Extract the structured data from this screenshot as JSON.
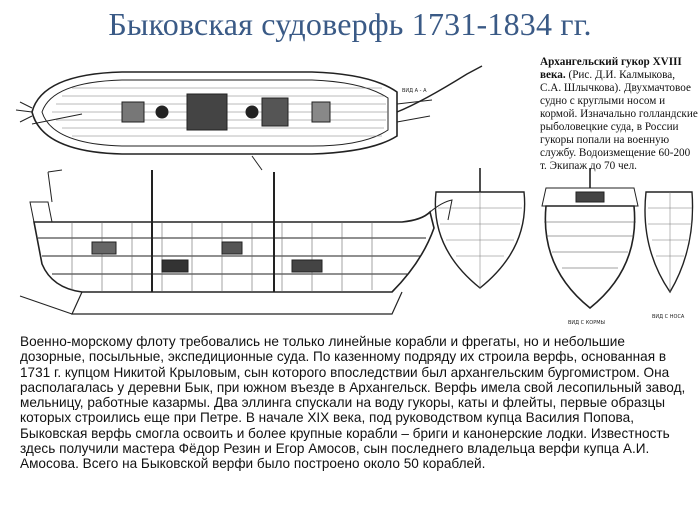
{
  "slide": {
    "title": "Быковская судоверфь 1731-1834 гг.",
    "caption": {
      "bold": "Архангельский гукор XVIII века.",
      "rest": " (Рис. Д.И. Калмыкова, С.А. Шлычкова). Двухмачтовое судно с круглыми носом и кормой. Изначально голландские рыболовецкие суда, в России гукоры попали на военную службу. Водоизмещение 60-200 т. Экипаж до 70 чел."
    },
    "drawing_labels": {
      "view_a": "ВИД А - А",
      "stern_view": "ВИД С КОРМЫ",
      "bow_view": "ВИД С НОСА"
    },
    "body": "Военно-морскому флоту требовались не только линейные корабли и фрегаты, но и небольшие дозорные, посыльные, экспедиционные суда. По казенному подряду их строила верфь, основанная в 1731 г. купцом Никитой Крыловым, сын которого впоследствии был архангельским бургомистром. Она располагалась у деревни Бык, при южном въезде в Архангельск. Верфь имела свой лесопильный завод, мельницу, работные казармы. Два эллинга спускали на воду гукоры, каты и флейты, первые образцы которых строились еще при Петре. В начале XIX века, под руководством купца Василия Попова, Быковская верфь смогла освоить и более крупные корабли – бриги и канонерские лодки. Известность здесь получили мастера Фёдор Резин и Егор Амосов, сын последнего владельца верфи купца А.И. Амосова. Всего на Быковской верфи было построено около 50 кораблей."
  }
}
